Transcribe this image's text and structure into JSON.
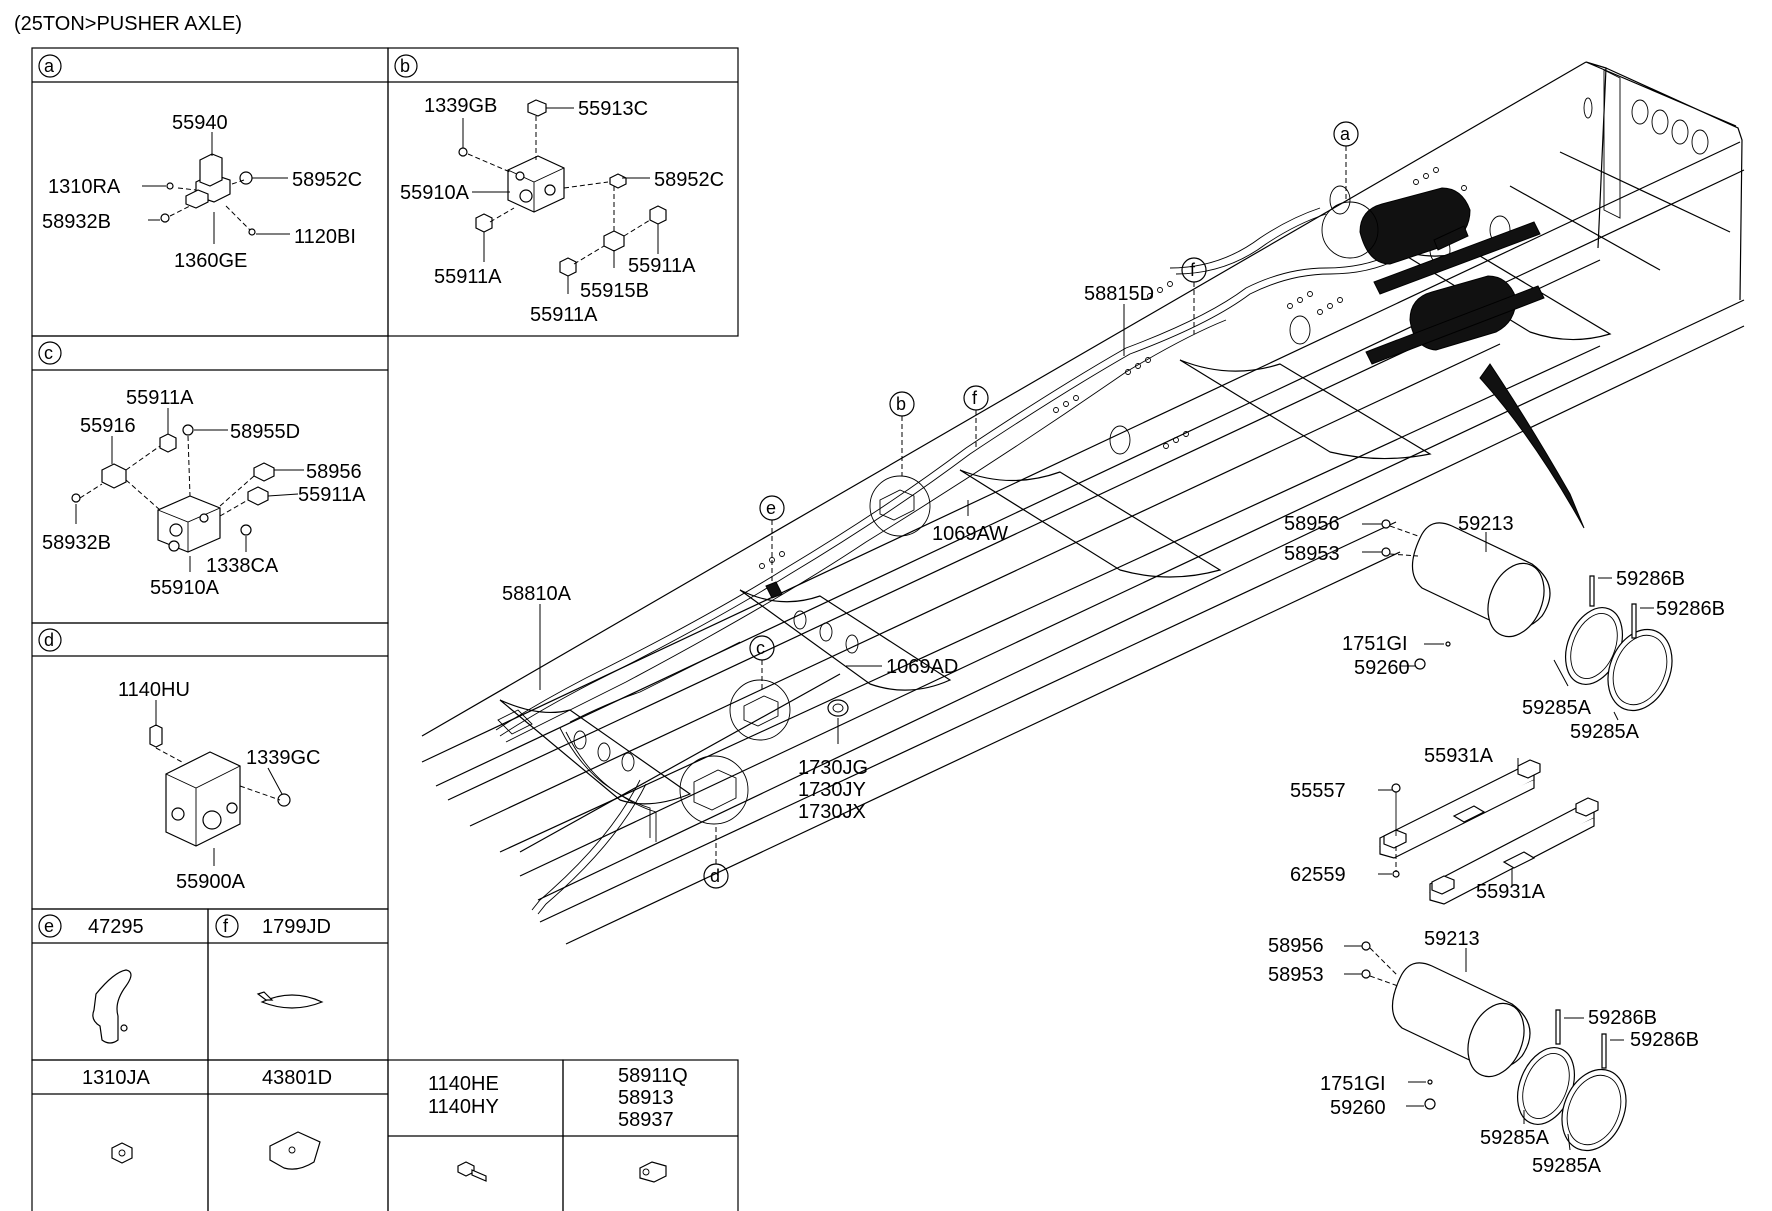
{
  "title": "(25TON>PUSHER AXLE)",
  "panels": {
    "a": {
      "letter": "a",
      "labels": [
        "55940",
        "1310RA",
        "58952C",
        "58932B",
        "1120BI",
        "1360GE"
      ]
    },
    "b": {
      "letter": "b",
      "labels": [
        "1339GB",
        "55913C",
        "58952C",
        "55910A",
        "55911A",
        "55911A",
        "55915B",
        "55911A"
      ]
    },
    "c": {
      "letter": "c",
      "labels": [
        "55911A",
        "55916",
        "58955D",
        "58956",
        "55911A",
        "58932B",
        "1338CA",
        "55910A"
      ]
    },
    "d": {
      "letter": "d",
      "labels": [
        "1140HU",
        "1339GC",
        "55900A"
      ]
    },
    "e": {
      "letter": "e",
      "part": "47295"
    },
    "f": {
      "letter": "f",
      "part": "1799JD"
    },
    "g": {
      "part": "1310JA"
    },
    "h": {
      "part": "43801D"
    },
    "i": {
      "parts": [
        "1140HE",
        "1140HY"
      ]
    },
    "j": {
      "parts": [
        "58911Q",
        "58913",
        "58937"
      ]
    }
  },
  "main": {
    "callouts": [
      "a",
      "b",
      "c",
      "d",
      "e",
      "f",
      "f"
    ],
    "labels": [
      "58815D",
      "1069AW",
      "58810A",
      "1069AD",
      "1730JG",
      "1730JY",
      "1730JX"
    ]
  },
  "tank_upper": {
    "labels": [
      "58956",
      "58953",
      "59213",
      "59286B",
      "59286B",
      "1751GI",
      "59260",
      "59285A",
      "59285A"
    ]
  },
  "bracket": {
    "labels": [
      "55557",
      "55931A",
      "62559",
      "55931A"
    ]
  },
  "tank_lower": {
    "labels": [
      "58956",
      "58953",
      "59213",
      "59286B",
      "59286B",
      "1751GI",
      "59260",
      "59285A",
      "59285A"
    ]
  }
}
